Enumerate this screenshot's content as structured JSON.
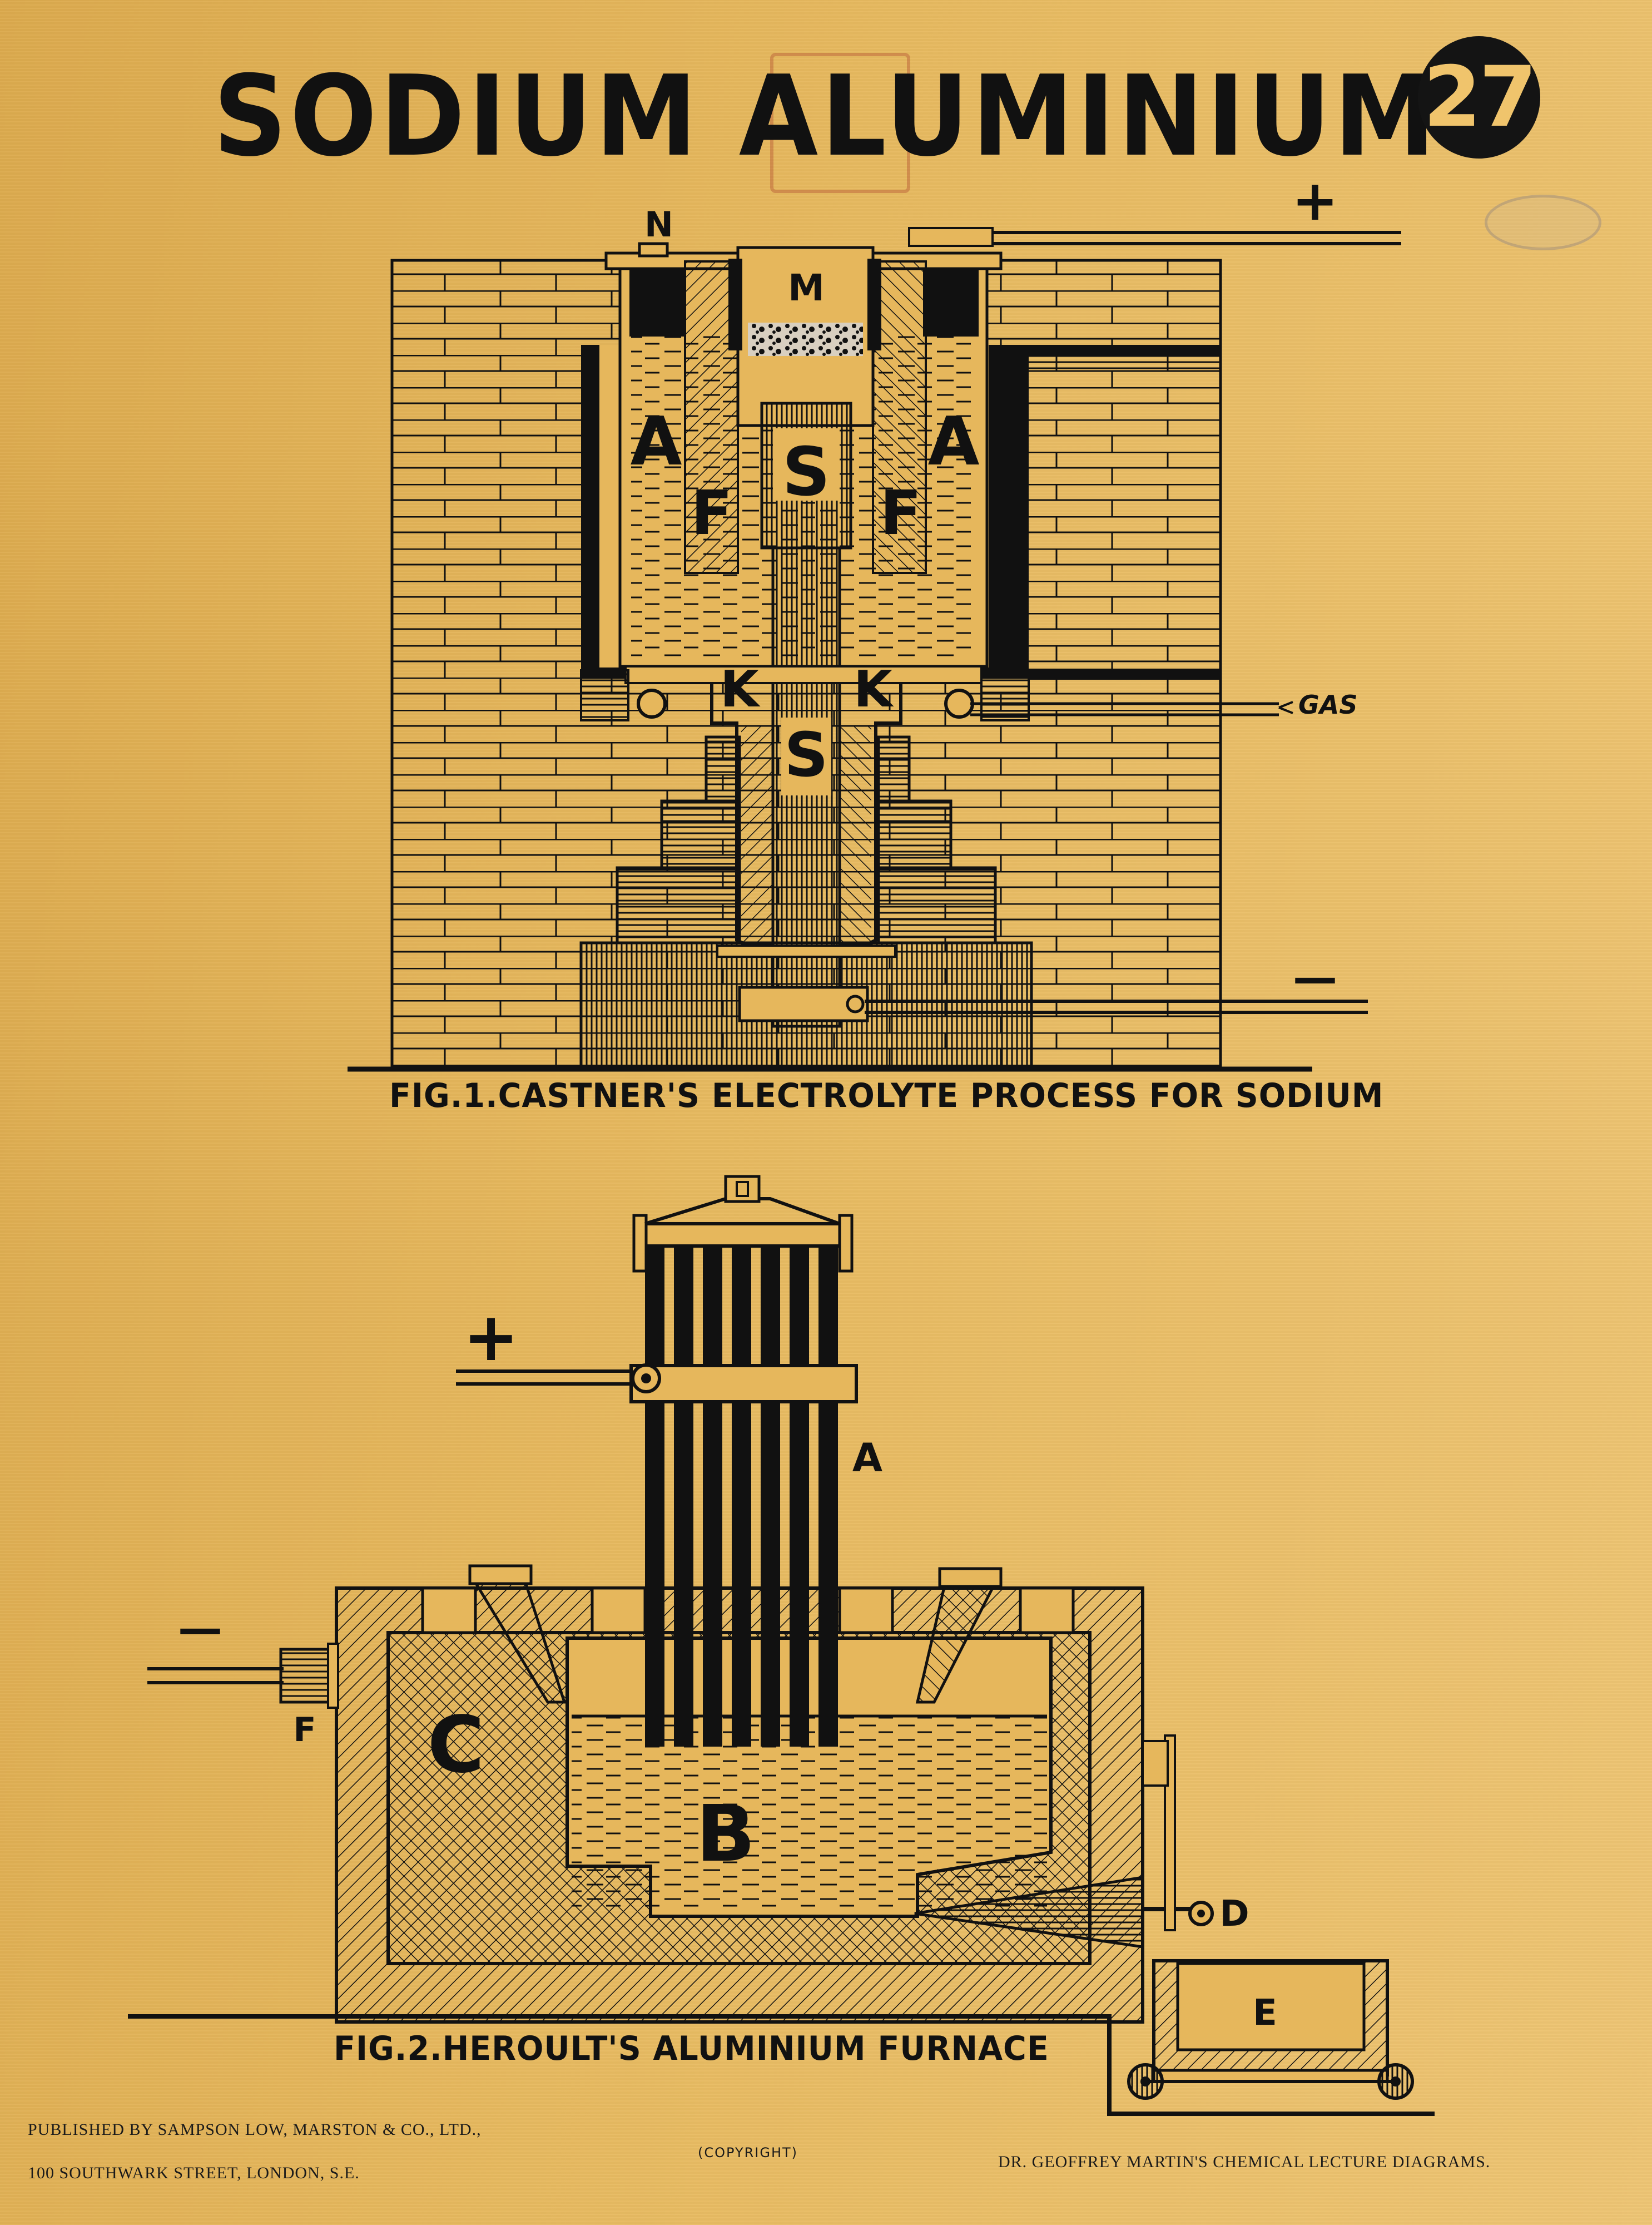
{
  "title": "SODIUM ALUMINIUM",
  "sheet_number": "27",
  "fig1": {
    "caption": "FIG.1.CASTNER'S ELECTROLYTE PROCESS FOR SODIUM",
    "labels": {
      "N": "N",
      "M": "M",
      "A": "A",
      "F": "F",
      "S": "S",
      "K": "K",
      "gas": "GAS",
      "plus": "+",
      "minus": "—"
    }
  },
  "fig2": {
    "caption": "FIG.2.HEROULT'S ALUMINIUM FURNACE",
    "labels": {
      "A": "A",
      "B": "B",
      "C": "C",
      "D": "D",
      "E": "E",
      "F": "F",
      "plus": "+",
      "minus": "—"
    }
  },
  "footer": {
    "publisher_line1": "PUBLISHED BY SAMPSON LOW, MARSTON & CO., LTD.,",
    "publisher_line2": "100 SOUTHWARK STREET, LONDON, S.E.",
    "copyright": "(COPYRIGHT)",
    "series": "DR. GEOFFREY MARTIN'S CHEMICAL LECTURE DIAGRAMS."
  }
}
